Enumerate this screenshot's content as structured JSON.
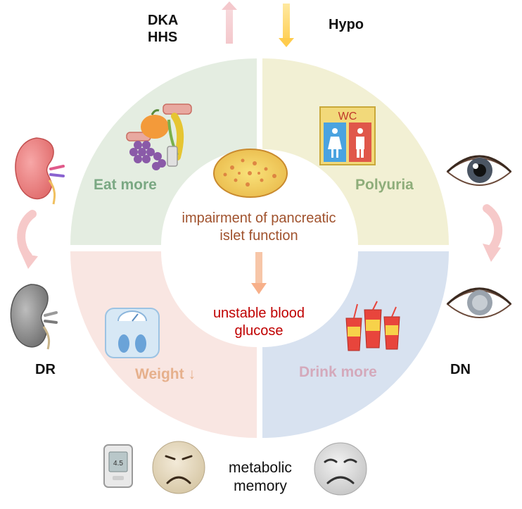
{
  "top": {
    "increase_lines": [
      "DKA",
      "HHS"
    ],
    "decrease_label": "Hypo",
    "increase_arrow_icon": "up-arrow-icon",
    "decrease_arrow_icon": "down-arrow-icon"
  },
  "quadrants": {
    "top_left": {
      "label": "Eat more",
      "color": "#e4ede1",
      "label_color": "#7aa883",
      "icon": "food-icon"
    },
    "top_right": {
      "label": "Polyuria",
      "color": "#f2f0d4",
      "label_color": "#8ead7a",
      "icon": "restroom-icon"
    },
    "bottom_left": {
      "label": "Weight ↓",
      "color": "#f9e6e2",
      "label_color": "#e6b08c",
      "icon": "scale-icon"
    },
    "bottom_right": {
      "label": "Drink more",
      "color": "#d8e2f0",
      "label_color": "#d4a9bb",
      "icon": "drinks-icon"
    }
  },
  "center": {
    "line1": "impairment of pancreatic",
    "line2": "islet function",
    "line3": "unstable blood",
    "line4": "glucose",
    "top_color": "#a0522d",
    "bottom_color": "#c00000",
    "pancreas_icon": "pancreas-islet-icon"
  },
  "sides": {
    "left_label": "DR",
    "right_label": "DN",
    "left_top_icon": "healthy-kidney-icon",
    "left_bottom_icon": "damaged-kidney-icon",
    "right_top_icon": "healthy-eye-icon",
    "right_bottom_icon": "cataract-eye-icon"
  },
  "bottom": {
    "meter_value": "4.5",
    "line1": "metabolic",
    "line2": "memory",
    "meter_icon": "glucose-meter-icon",
    "face1_icon": "frown-face-icon",
    "face2_icon": "sad-face-icon"
  }
}
